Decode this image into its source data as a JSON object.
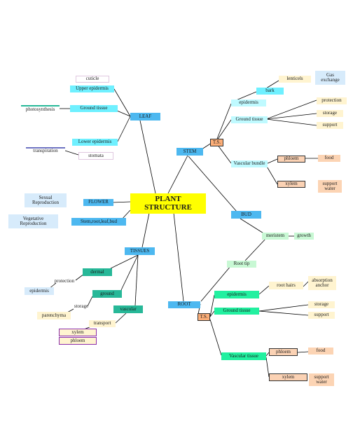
{
  "nodes": {
    "plant_structure": "PLANT\nSTRUCTURE",
    "leaf": "LEAF",
    "cuticle": "cuticle",
    "upper_epidermis": "Upper epidermis",
    "ground_tissue_leaf": "Ground tissue",
    "photosynthesis": "photosynthesis",
    "lower_epidermis": "Lower epidermis",
    "stomata": "stomata",
    "transpiration": "transpiration",
    "stem": "STEM",
    "stem_ts": "T.S.",
    "bark": "bark",
    "lenticels": "lenticels",
    "gas_exchange": "Gas\nexchange",
    "stem_epidermis": "epidermis",
    "stem_ground_tissue": "Ground tissue",
    "stem_protection": "protection",
    "stem_storage": "storage",
    "stem_support": "support",
    "vascular_bundle": "Vascular bundle",
    "stem_phloem": "phloem",
    "stem_food": "food",
    "stem_xylem": "xylem",
    "stem_support_water": "support\nwater",
    "bud": "BUD",
    "meristem": "meristem",
    "growth": "growth",
    "root_tip": "Root tip",
    "flower": "FLOWER",
    "sexual_reproduction": "Sexual\nReproduction",
    "stem_root_leaf_bud": "Stem,root,leaf,bud",
    "vegetative_reproduction": "Vegetative\nReproduction",
    "tissues": "TISSUES",
    "dermal": "dermal",
    "tissues_protection": "protection",
    "tissues_epidermis": "epidermis",
    "ground": "ground",
    "tissues_storage": "storage",
    "parenchyma": "parenchyma",
    "vascular": "vascular",
    "transport": "transport",
    "tissues_xylem": "xylem",
    "tissues_phloem": "phloem",
    "root": "ROOT",
    "root_ts": "T.S.",
    "root_epidermis": "epidermis",
    "root_hairs": "root hairs",
    "absorption_anchor": "absorption\nanchor",
    "root_ground_tissue": "Ground tissue",
    "root_storage": "storage",
    "root_support": "support",
    "root_vascular_tissue": "Vascular tissue",
    "root_phloem": "phloem",
    "root_food": "food",
    "root_xylem": "xylem",
    "root_support_water": "support\nwater"
  },
  "colors": {
    "center": "#ffff00",
    "main_branch": "#4db8f0",
    "leaf_parts": "#6ff0ff",
    "tissue_parts": "#27b898",
    "root_parts": "#22f0a0",
    "ts_box": "#fcae78",
    "function_box": "#fff4d0"
  }
}
